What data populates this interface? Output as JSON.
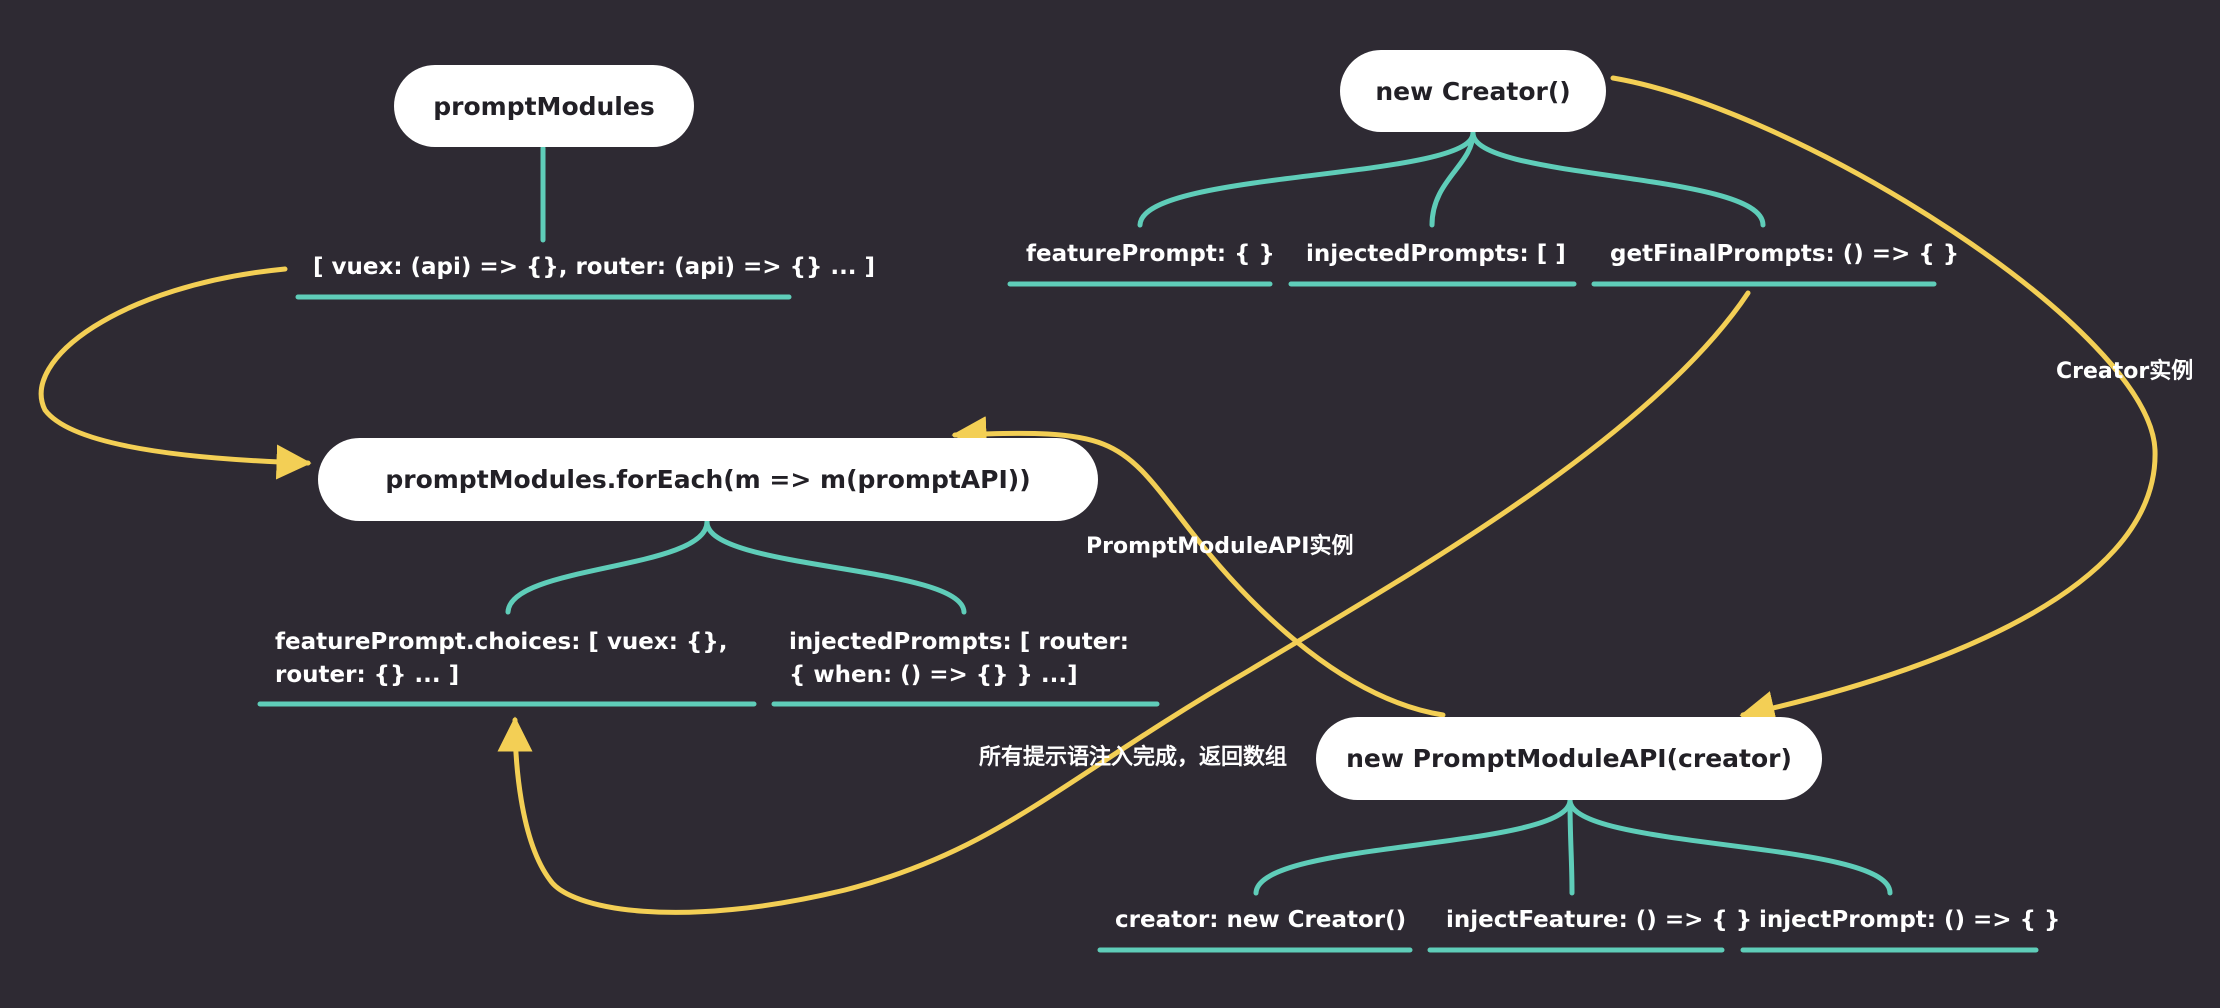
{
  "colors": {
    "background": "#2e2a33",
    "node_fill": "#ffffff",
    "node_text": "#222026",
    "tree_link": "#5fcdb9",
    "flow_arrow": "#f3cf55",
    "label_text": "#ffffff"
  },
  "nodes": {
    "prompt_modules": "promptModules",
    "modules_array": "[ vuex: (api) => {}, router: (api) => {} ... ]",
    "for_each": "promptModules.forEach(m => m(promptAPI))",
    "feature_choices": "featurePrompt.choices: [ vuex: {}, router: {} ... ]",
    "injected_router": "injectedPrompts: [ router: { when: () => {} }  ...]",
    "new_creator": "new Creator()",
    "creator_feature_prompt": "featurePrompt: { }",
    "creator_injected_prompts": "injectedPrompts: [ ]",
    "creator_get_final_prompts": "getFinalPrompts: () => { }",
    "new_prompt_module_api": "new PromptModuleAPI(creator)",
    "api_creator": "creator: new Creator()",
    "api_inject_feature": "injectFeature: () => { }",
    "api_inject_prompt": "injectPrompt: () => { }"
  },
  "edge_labels": {
    "creator_instance": "Creator实例",
    "prompt_module_api_instance": "PromptModuleAPI实例",
    "all_injected_return_array": "所有提示语注入完成，返回数组"
  }
}
